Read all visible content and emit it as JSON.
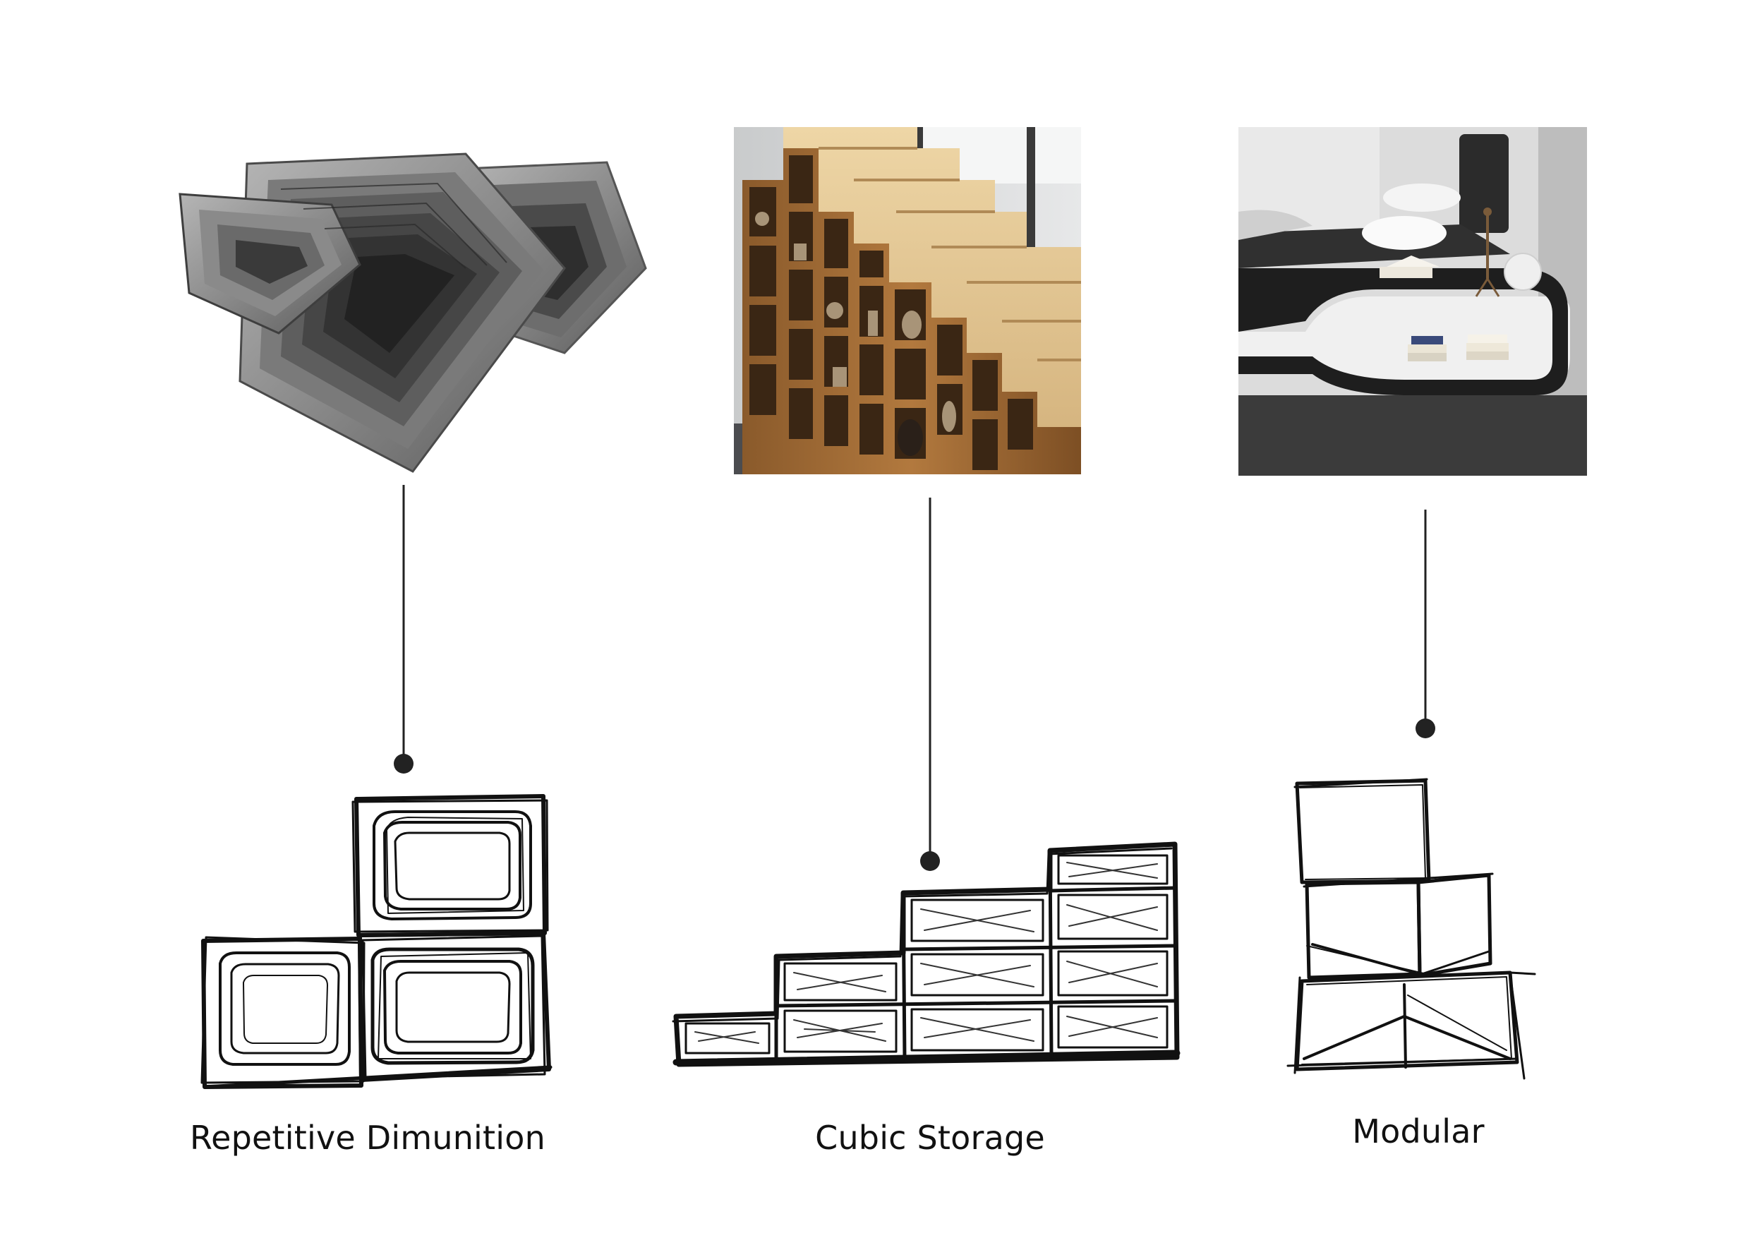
{
  "concepts": [
    {
      "label": "Repetitive Dimunition",
      "photo_icon": "nested-pentagon-trays-photo",
      "sketch_icon": "stacked-nested-boxes-sketch"
    },
    {
      "label": "Cubic Storage",
      "photo_icon": "staircase-bookshelf-photo",
      "sketch_icon": "stepped-cubby-shelves-sketch"
    },
    {
      "label": "Modular",
      "photo_icon": "floating-bed-nightstand-photo",
      "sketch_icon": "stacked-modular-cubes-sketch"
    }
  ],
  "colors": {
    "ink": "#111111",
    "connector": "#222222",
    "concrete": "#8d8d8d",
    "wood": "#b88a52",
    "bed_dark": "#1e1e1e",
    "bed_white": "#f2f2f2"
  }
}
